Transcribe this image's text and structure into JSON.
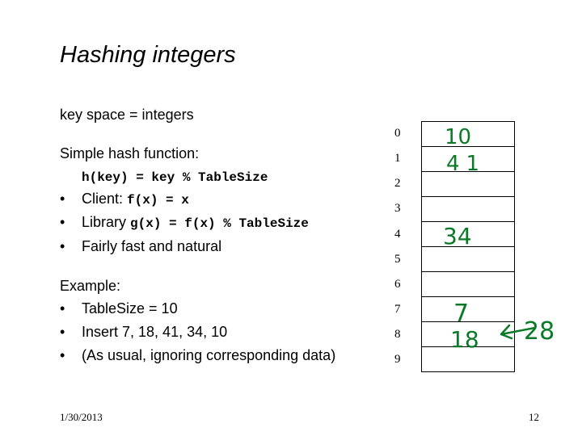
{
  "slide": {
    "title": "Hashing integers",
    "key_space": "key space = integers",
    "simple_hash_heading": "Simple hash function:",
    "hash_formula": "h(key) = key % TableSize",
    "bullets_top": [
      {
        "bullet": "•",
        "prefix": "Client: ",
        "code": "f(x) = x"
      },
      {
        "bullet": "•",
        "prefix": "Library ",
        "code": "g(x) = f(x) % TableSize"
      },
      {
        "bullet": "•",
        "prefix": "Fairly fast and natural",
        "code": ""
      }
    ],
    "example_heading": "Example:",
    "bullets_example": [
      {
        "bullet": "•",
        "text": "TableSize = 10"
      },
      {
        "bullet": "•",
        "text": "Insert 7, 18, 41, 34, 10"
      },
      {
        "bullet": "•",
        "text": "(As usual, ignoring corresponding data)"
      }
    ],
    "footer_date": "1/30/2013",
    "page_number": "12"
  },
  "hash_table": {
    "indices": [
      "0",
      "1",
      "2",
      "3",
      "4",
      "5",
      "6",
      "7",
      "8",
      "9"
    ],
    "handwritten_entries": [
      {
        "slot": "0",
        "value": "10"
      },
      {
        "slot": "1",
        "value": "41"
      },
      {
        "slot": "4",
        "value": "34"
      },
      {
        "slot": "7",
        "value": "7"
      },
      {
        "slot": "8",
        "value": "18"
      }
    ],
    "handwritten_note": "28",
    "ink_color": "#0a7a28"
  }
}
